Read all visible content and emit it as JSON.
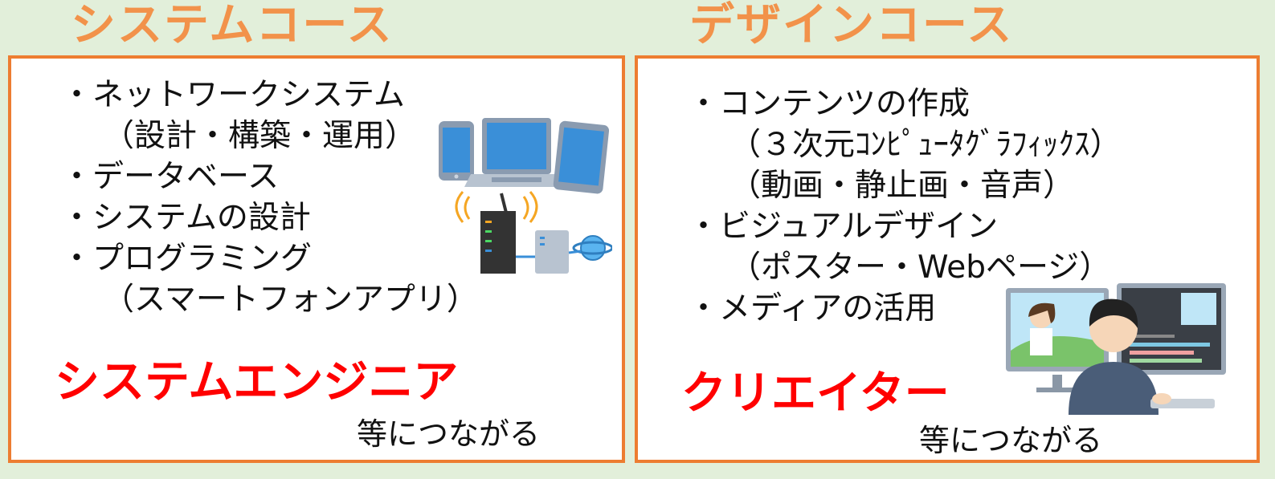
{
  "system": {
    "title": "システムコース",
    "items": [
      {
        "text": "・ネットワークシステム",
        "sub": false
      },
      {
        "text": "（設計・構築・運用）",
        "sub": true
      },
      {
        "text": "・データベース",
        "sub": false
      },
      {
        "text": "・システムの設計",
        "sub": false
      },
      {
        "text": "・プログラミング",
        "sub": false
      },
      {
        "text": "（スマートフォンアプリ）",
        "sub": true
      }
    ],
    "career": "システムエンジニア",
    "tail": "等につながる"
  },
  "design": {
    "title": "デザインコース",
    "items": [
      {
        "text": "・コンテンツの作成",
        "sub": false
      },
      {
        "text": "（３次元ｺﾝﾋﾟｭｰﾀｸﾞﾗﾌｨｯｸｽ）",
        "sub": true
      },
      {
        "text": "（動画・静止画・音声）",
        "sub": true
      },
      {
        "text": "・ビジュアルデザイン",
        "sub": false
      },
      {
        "text": "（ポスター・Webページ）",
        "sub": true
      },
      {
        "text": "・メディアの活用",
        "sub": false
      }
    ],
    "career": "クリエイター",
    "tail": "等につながる"
  },
  "colors": {
    "background": "#e2efda",
    "title": "#f2924a",
    "border": "#ed7d31",
    "career": "#ff0000"
  },
  "illustrations": {
    "system": "network-devices-illustration",
    "design": "video-editor-person-illustration"
  }
}
